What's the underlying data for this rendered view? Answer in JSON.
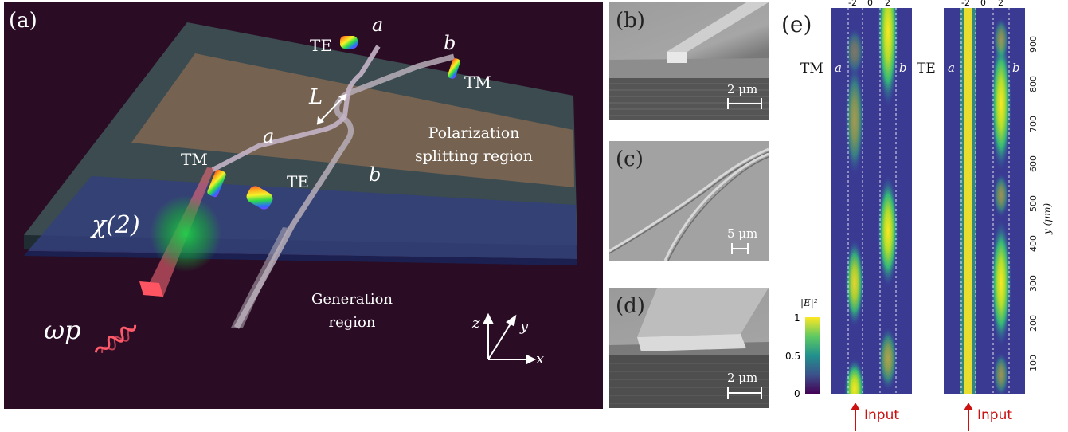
{
  "panel_a": {
    "label": "(a)",
    "port_a_top": "a",
    "port_b_top": "b",
    "te_top": "TE",
    "tm_top": "TM",
    "length_label": "L",
    "port_a_mid": "a",
    "port_b_mid": "b",
    "tm_mid": "TM",
    "te_mid": "TE",
    "chi_label": "χ(2)",
    "omega_label": "ωp",
    "region_split_line1": "Polarization",
    "region_split_line2": "splitting region",
    "region_gen_line1": "Generation",
    "region_gen_line2": "region",
    "axis_z": "z",
    "axis_y": "y",
    "axis_x": "x"
  },
  "panel_b": {
    "label": "(b)",
    "scale": "2 μm"
  },
  "panel_c": {
    "label": "(c)",
    "scale": "5 μm"
  },
  "panel_d": {
    "label": "(d)",
    "scale": "2 μm"
  },
  "panel_e": {
    "label": "(e)",
    "colorbar_title": "|E|²",
    "colorbar_ticks": [
      "1",
      "0.5",
      "0"
    ],
    "left_map": {
      "mode": "TM",
      "port_a": "a",
      "port_b": "b",
      "input": "Input"
    },
    "right_map": {
      "mode": "TE",
      "port_a": "a",
      "port_b": "b",
      "input": "Input"
    },
    "x_ticks": [
      "-2",
      "0",
      "2"
    ],
    "y_label": "y (μm)",
    "y_ticks": [
      "900",
      "800",
      "700",
      "600",
      "500",
      "400",
      "300",
      "200",
      "100"
    ]
  },
  "colors": {
    "background": "#2a0d24",
    "chip_top": "#3a4a4f",
    "split_band": "#8a6a4f",
    "gen_band": "#34407a",
    "waveguide": "#bfb3c6",
    "pump": "#ff3a4a",
    "map_low": "#3b2a8a",
    "map_high": "#fde725",
    "input_arrow": "#cc1111"
  }
}
